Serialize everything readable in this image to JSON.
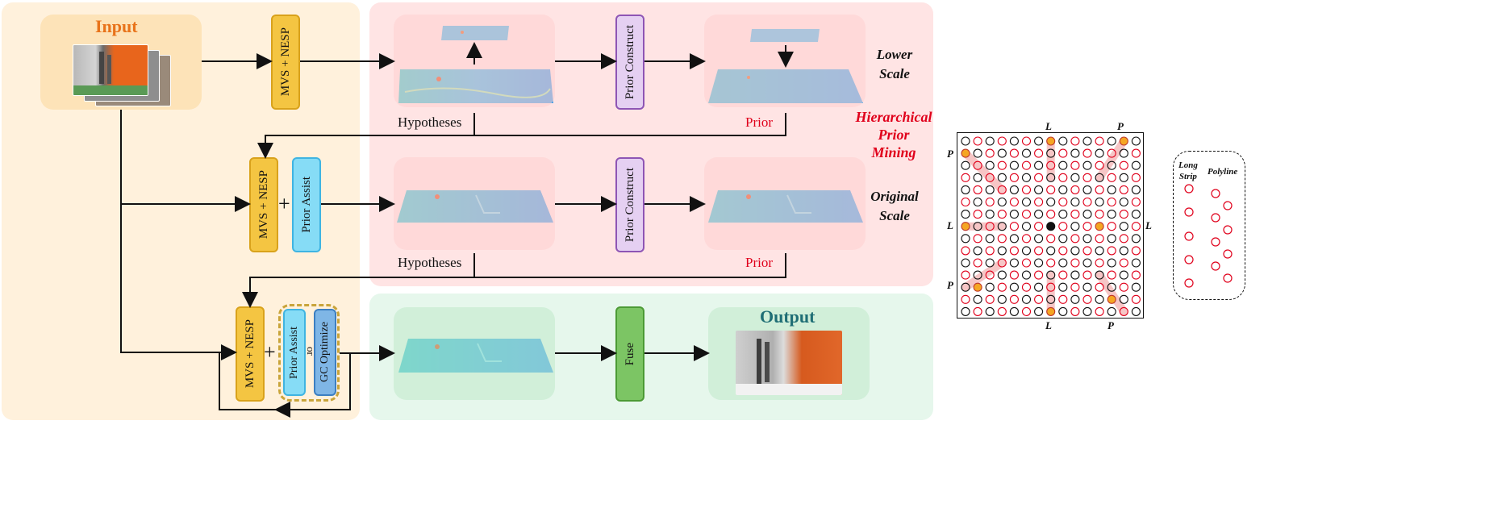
{
  "input": {
    "title": "Input"
  },
  "stage1": {
    "module": "MVS + NESP",
    "hypotheses": "Hypotheses",
    "prior_construct": "Prior Construct",
    "prior": "Prior",
    "scale_line1": "Lower",
    "scale_line2": "Scale"
  },
  "stage2": {
    "module": "MVS + NESP",
    "plus": "+",
    "assist": "Prior Assist",
    "hypotheses": "Hypotheses",
    "prior_construct": "Prior Construct",
    "prior": "Prior",
    "scale_line1": "Original",
    "scale_line2": "Scale"
  },
  "hierarchical": {
    "line1": "Hierarchical",
    "line2": "Prior",
    "line3": "Mining"
  },
  "stage3": {
    "module": "MVS + NESP",
    "plus": "+",
    "assist": "Prior Assist",
    "or": "or",
    "optimize": "GC Optimize",
    "fuse": "Fuse",
    "output": "Output"
  },
  "grid": {
    "label_l": "L",
    "label_p": "P"
  },
  "patterns": {
    "long_line1": "Long",
    "long_line2": "Strip",
    "polyline": "Polyline"
  },
  "colors": {
    "input_bg": "#fff1dc",
    "mining_bg": "#ffe4e4",
    "output_bg": "#e6f7ec",
    "accent_red": "#e0001b",
    "output_title": "#1f6e75",
    "input_title": "#e8731a"
  }
}
